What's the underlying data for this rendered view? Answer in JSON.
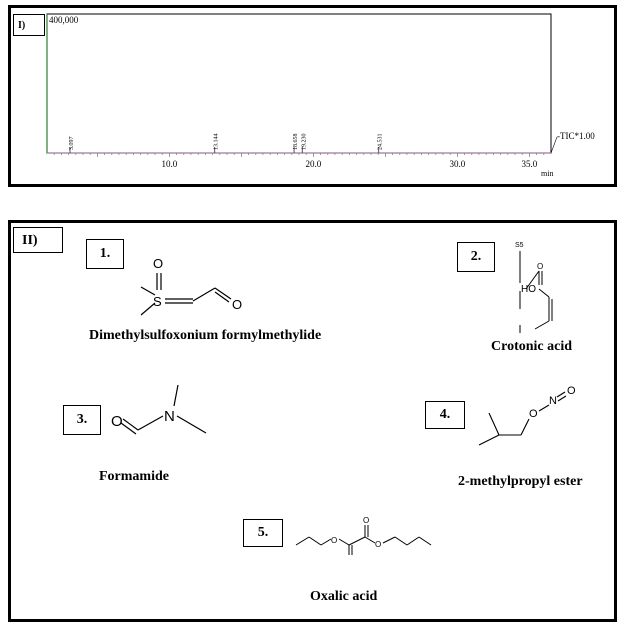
{
  "panel_1": {
    "label": "I)",
    "chart_data": {
      "type": "line",
      "title": "",
      "xlabel": "min",
      "ylabel": "",
      "xlim": [
        1.5,
        36.5
      ],
      "ylim": [
        0,
        400000
      ],
      "y_max_label": "400,000",
      "x_ticks": [
        "10.0",
        "20.0",
        "30.0",
        "35.0"
      ],
      "x_tick_values": [
        10.0,
        20.0,
        30.0,
        35.0
      ],
      "series": [
        {
          "name": "TIC*1.00",
          "peaks": [
            {
              "x": 3.097,
              "label": "3.097"
            },
            {
              "x": 13.144,
              "label": "13.144"
            },
            {
              "x": 18.658,
              "label": "18.658"
            },
            {
              "x": 19.23,
              "label": "19.230"
            },
            {
              "x": 24.531,
              "label": "24.531"
            }
          ]
        }
      ],
      "grid": false,
      "colors": {
        "baseline": "#9a7a9a",
        "y_axis": "#2e7d32",
        "peak": "#555555"
      }
    }
  },
  "panel_2": {
    "label": "II)",
    "compounds": [
      {
        "number": "1.",
        "name": "Dimethylsulfoxonium formylmethylide"
      },
      {
        "number": "2.",
        "name": "Crotonic acid"
      },
      {
        "number": "3.",
        "name": "Formamide"
      },
      {
        "number": "4.",
        "name": "2-methylpropyl ester"
      },
      {
        "number": "5.",
        "name": "Oxalic acid"
      }
    ],
    "atoms": {
      "c1_o_top": "O",
      "c1_s": "S",
      "c1_o_end": "O",
      "c2_top": "S5",
      "c2_ho": "HO",
      "c2_o": "O",
      "c3_o": "O",
      "c3_n": "N",
      "c4_o1": "O",
      "c4_n": "N",
      "c4_o2": "O",
      "c5_o": "O"
    }
  }
}
